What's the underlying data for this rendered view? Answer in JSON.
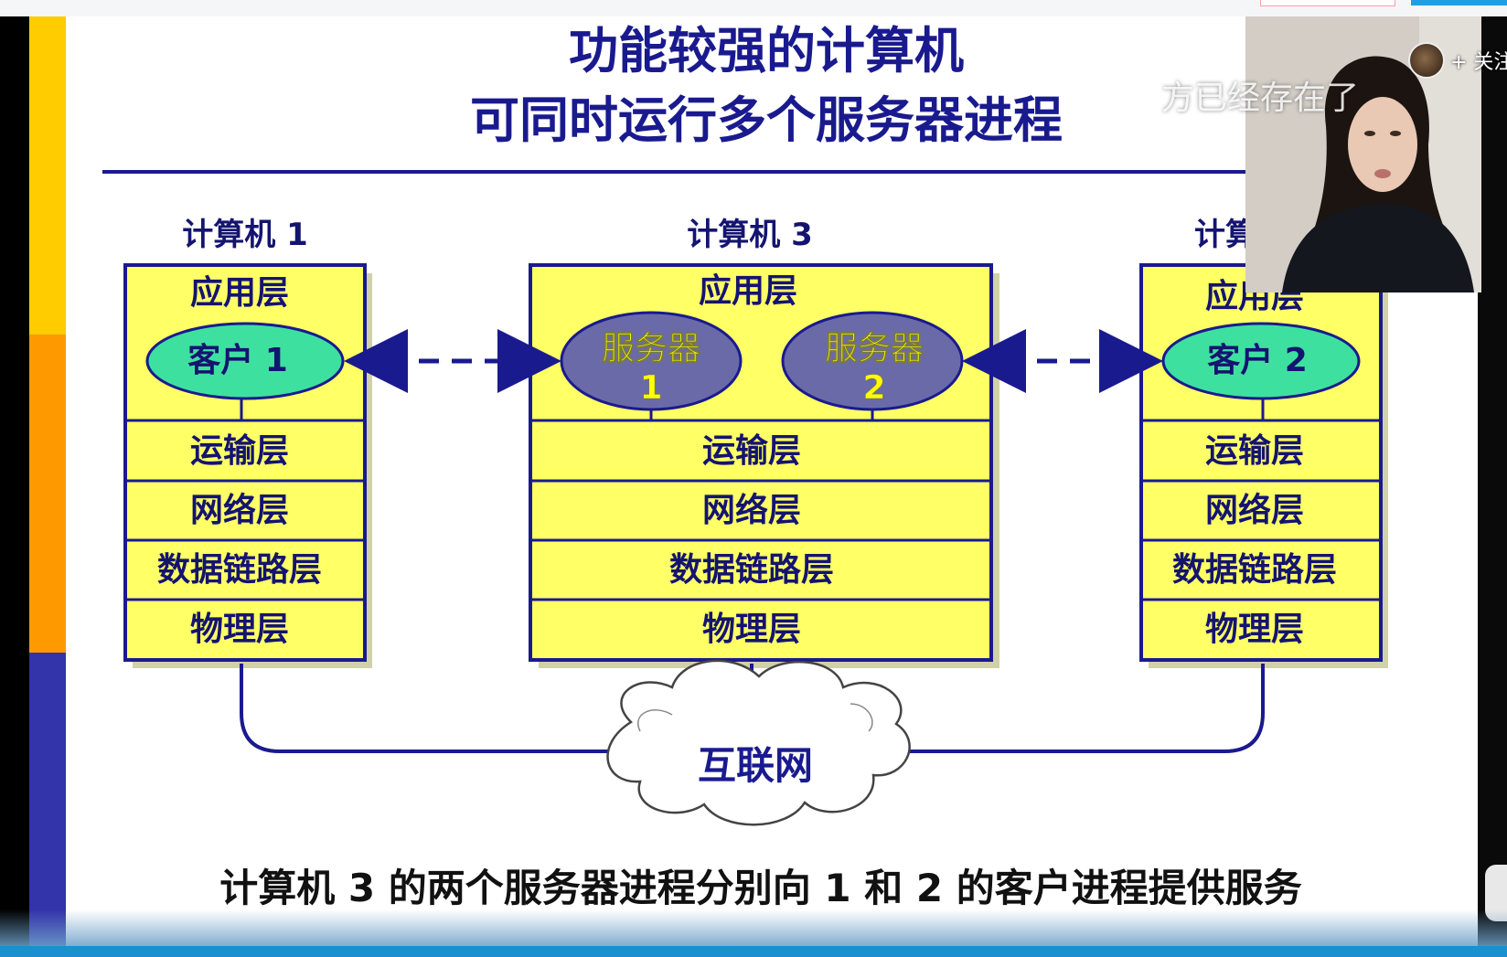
{
  "slide": {
    "title_line1": "功能较强的计算机",
    "title_line2": "可同时运行多个服务器进程",
    "caption": "计算机 3 的两个服务器进程分别向 1 和 2 的客户进程提供服务",
    "cloud_label": "互联网",
    "computers": [
      {
        "heading": "计算机 1",
        "app_layer": "应用层",
        "process": "客户 1",
        "layers": [
          "运输层",
          "网络层",
          "数据链路层",
          "物理层"
        ]
      },
      {
        "heading": "计算机 3",
        "app_layer": "应用层",
        "process_1_line1": "服务器",
        "process_1_line2": "1",
        "process_2_line1": "服务器",
        "process_2_line2": "2",
        "layers": [
          "运输层",
          "网络层",
          "数据链路层",
          "物理层"
        ]
      },
      {
        "heading": "计算",
        "app_layer": "应用层",
        "process": "客户 2",
        "layers": [
          "运输层",
          "网络层",
          "数据链路层",
          "物理层"
        ]
      }
    ],
    "colors": {
      "box_fill": "#ffff66",
      "box_border": "#1a1a8f",
      "client_fill": "#3ee0a0",
      "server_fill": "#6a6aa8",
      "sidebar_yellow": "#ffcc00",
      "sidebar_orange": "#ff9900",
      "sidebar_blue": "#3333aa"
    }
  },
  "overlay": {
    "follow_label": "+ 关注",
    "danmaku_text": "方已经存在了"
  }
}
